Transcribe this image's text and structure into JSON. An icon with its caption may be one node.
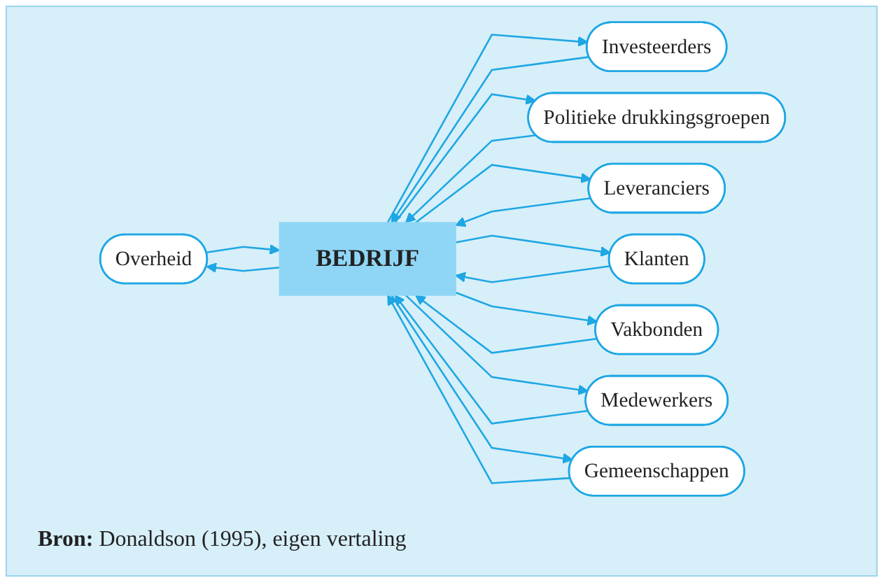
{
  "diagram": {
    "caption": "**Bron:** Donaldson (1995), eigen vertaling",
    "nodes": [
      {
        "text": [
          "Overheid"
        ]
      },
      {
        "text": [
          "Investeerders"
        ]
      },
      {
        "text": [
          "Politieke drukkingsgroepen"
        ]
      },
      {
        "text": [
          "Leveranciers"
        ]
      },
      {
        "text": [
          "BEDRIJF"
        ]
      },
      {
        "text": [
          "Klanten"
        ]
      },
      {
        "text": [
          "Vakbonden"
        ]
      },
      {
        "text": [
          "Medewerkers"
        ]
      },
      {
        "text": [
          "Gemeenschappen"
        ]
      }
    ],
    "edges": [
      {
        "from": 0,
        "to": 4,
        "arrow": "to"
      },
      {
        "from": 4,
        "to": 0,
        "arrow": "to"
      },
      {
        "from": 1,
        "to": 4,
        "arrow": "to"
      },
      {
        "from": 4,
        "to": 1,
        "arrow": "to"
      },
      {
        "from": 4,
        "to": 2,
        "arrow": "to"
      },
      {
        "from": 2,
        "to": 4,
        "arrow": "to"
      },
      {
        "from": 3,
        "to": 4,
        "arrow": "to"
      },
      {
        "from": 4,
        "to": 3,
        "arrow": "to"
      },
      {
        "from": 4,
        "to": 5,
        "arrow": "to"
      },
      {
        "from": 5,
        "to": 4,
        "arrow": "to"
      },
      {
        "from": 6,
        "to": 4,
        "arrow": "to"
      },
      {
        "from": 4,
        "to": 6,
        "arrow": "to"
      },
      {
        "from": 4,
        "to": 7,
        "arrow": "to"
      },
      {
        "from": 7,
        "to": 4,
        "arrow": "to"
      },
      {
        "from": 4,
        "to": 8,
        "arrow": "to"
      },
      {
        "from": 8,
        "to": 4,
        "arrow": "to"
      }
    ]
  }
}
